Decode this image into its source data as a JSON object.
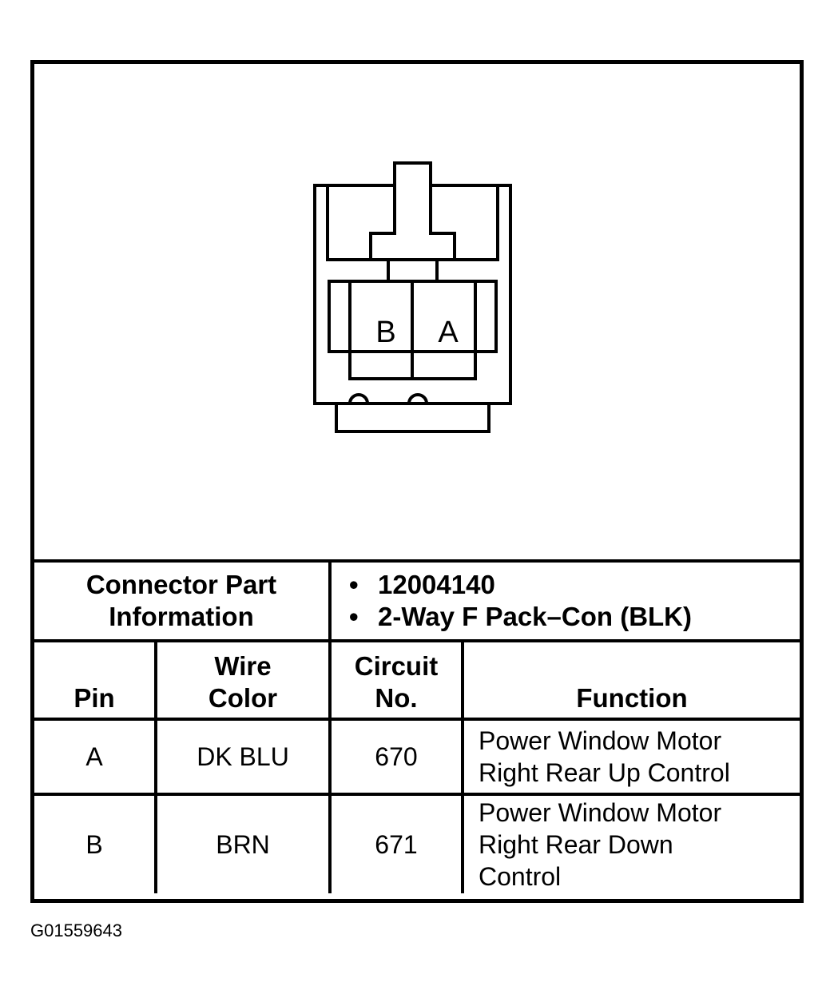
{
  "connector": {
    "cavity_labels": [
      "B",
      "A"
    ]
  },
  "info": {
    "label_line1": "Connector Part",
    "label_line2": "Information",
    "items": [
      "12004140",
      "2-Way F Pack–Con (BLK)"
    ]
  },
  "columns": {
    "pin": "Pin",
    "wire_color_line1": "Wire",
    "wire_color_line2": "Color",
    "circuit_line1": "Circuit",
    "circuit_line2": "No.",
    "function": "Function"
  },
  "rows": [
    {
      "pin": "A",
      "wire_color": "DK BLU",
      "circuit": "670",
      "function_lines": [
        "Power Window Motor",
        "Right Rear Up Control"
      ]
    },
    {
      "pin": "B",
      "wire_color": "BRN",
      "circuit": "671",
      "function_lines": [
        "Power Window Motor",
        "Right Rear Down",
        "Control"
      ]
    }
  ],
  "figure_id": "G01559643"
}
